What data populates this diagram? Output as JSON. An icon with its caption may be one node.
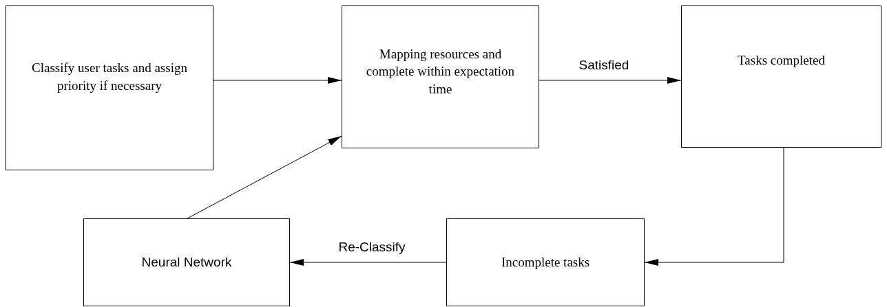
{
  "diagram": {
    "nodes": [
      {
        "text": [
          "Classify user tasks and assign priority if necessary"
        ]
      },
      {
        "text": [
          "Mapping resources and complete within expectation time"
        ]
      },
      {
        "text": [
          "Tasks completed"
        ]
      },
      {
        "text": [
          "Neural Network"
        ]
      },
      {
        "text": [
          "Incomplete tasks"
        ]
      }
    ],
    "edges": [
      {
        "from": 0,
        "to": 1,
        "arrow": "to"
      },
      {
        "from": 1,
        "to": 2,
        "arrow": "to",
        "label": "Satisfied"
      },
      {
        "from": 2,
        "to": 4,
        "arrow": "to"
      },
      {
        "from": 4,
        "to": 3,
        "arrow": "to",
        "label": "Re-Classify"
      },
      {
        "from": 3,
        "to": 1,
        "arrow": "to"
      }
    ]
  }
}
